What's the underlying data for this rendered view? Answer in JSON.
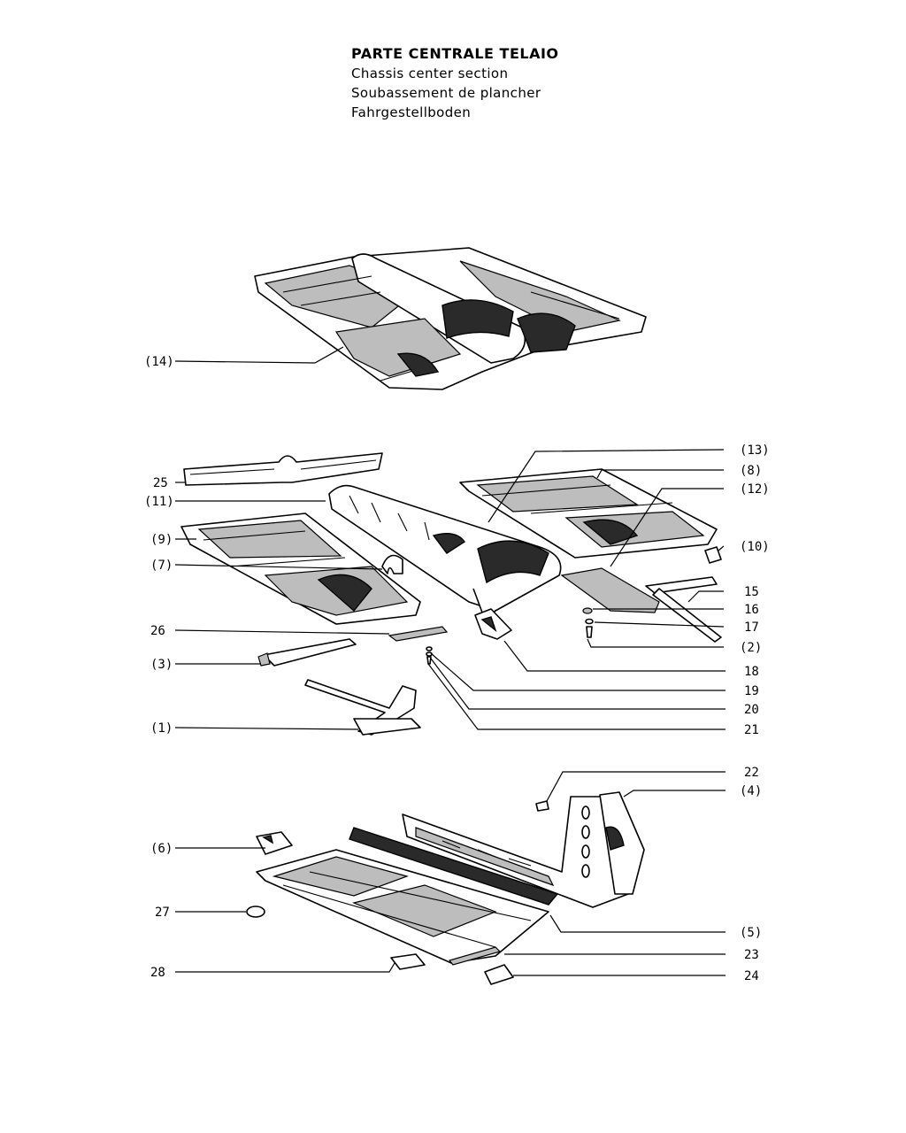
{
  "title": {
    "it": "PARTE CENTRALE TELAIO",
    "en": "Chassis center section",
    "fr": "Soubassement de plancher",
    "de": "Fahrgestellboden"
  },
  "callouts": {
    "c14": "(14)",
    "c13": "(13)",
    "c8": "(8)",
    "c12": "(12)",
    "c10": "(10)",
    "c15": "15",
    "c16": "16",
    "c17": "17",
    "c2": "(2)",
    "c18": "18",
    "c19": "19",
    "c20": "20",
    "c21": "21",
    "c25": "25",
    "c11": "(11)",
    "c9": "(9)",
    "c7": "(7)",
    "c26": "26",
    "c3": "(3)",
    "c1": "(1)",
    "c22": "22",
    "c4": "(4)",
    "c6": "(6)",
    "c27": "27",
    "c5": "(5)",
    "c23": "23",
    "c28": "28",
    "c24": "24"
  }
}
